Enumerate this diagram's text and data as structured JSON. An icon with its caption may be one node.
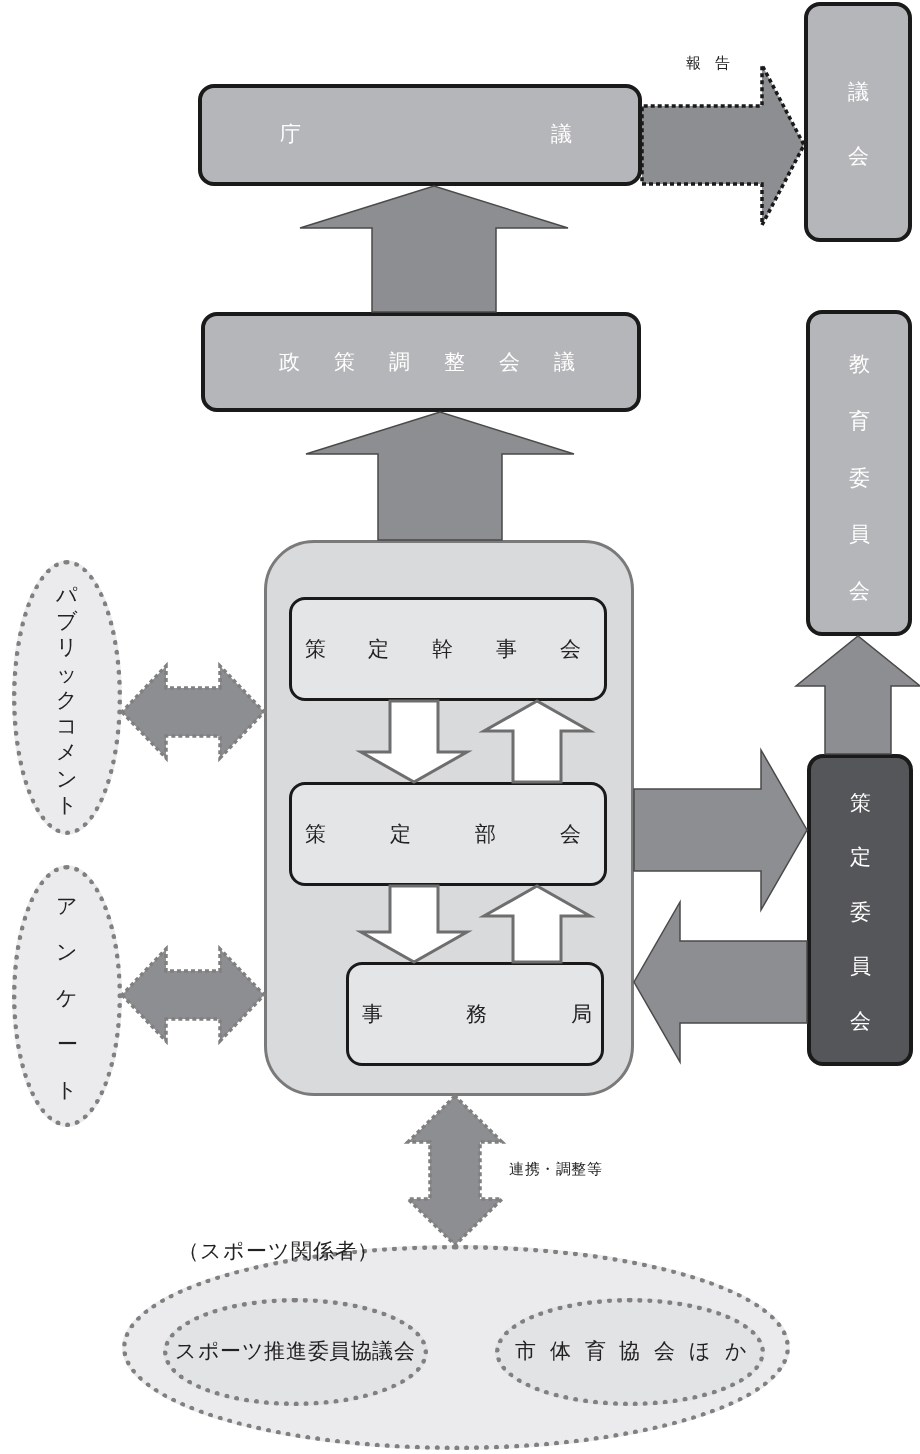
{
  "diagram": {
    "nodes": [
      {
        "text": [
          "庁議"
        ]
      },
      {
        "text": [
          "議会"
        ]
      },
      {
        "text": [
          "政策調整会議"
        ]
      },
      {
        "text": [
          "教育委員会"
        ]
      },
      {
        "text": [],
        "shape": "box"
      },
      {
        "text": [
          "策定幹事会"
        ],
        "in": 4
      },
      {
        "text": [
          "策定部会"
        ],
        "in": 4
      },
      {
        "text": [
          "事務局"
        ],
        "in": 4
      },
      {
        "text": [
          "パブリックコメント"
        ]
      },
      {
        "text": [
          "アンケート"
        ]
      },
      {
        "text": [
          "策定委員会"
        ]
      },
      {
        "text": [
          "（スポーツ関係者）"
        ]
      },
      {
        "text": [
          "スポーツ推進委員協議会"
        ],
        "in": 11
      },
      {
        "text": [
          "市体育協会ほか"
        ],
        "in": 11
      }
    ],
    "edges": [
      {
        "from": 0,
        "to": 1,
        "arrow": "to",
        "label": "報告",
        "style": "dashed"
      },
      {
        "from": 2,
        "to": 0,
        "arrow": "to"
      },
      {
        "from": 4,
        "to": 2,
        "arrow": "to"
      },
      {
        "from": 10,
        "to": 3,
        "arrow": "to"
      },
      {
        "from": 8,
        "to": 4,
        "arrow": "both",
        "style": "dashed"
      },
      {
        "from": 9,
        "to": 4,
        "arrow": "both",
        "style": "dashed"
      },
      {
        "from": 4,
        "to": 10,
        "arrow": "to"
      },
      {
        "from": 10,
        "to": 4,
        "arrow": "to"
      },
      {
        "from": 5,
        "to": 6,
        "arrow": "to",
        "color": "#ffffff"
      },
      {
        "from": 6,
        "to": 5,
        "arrow": "to",
        "color": "#ffffff"
      },
      {
        "from": 6,
        "to": 7,
        "arrow": "to",
        "color": "#ffffff"
      },
      {
        "from": 7,
        "to": 6,
        "arrow": "to",
        "color": "#ffffff"
      },
      {
        "from": 4,
        "to": 11,
        "arrow": "both",
        "label": "連携・調整等",
        "style": "dashed"
      }
    ]
  }
}
